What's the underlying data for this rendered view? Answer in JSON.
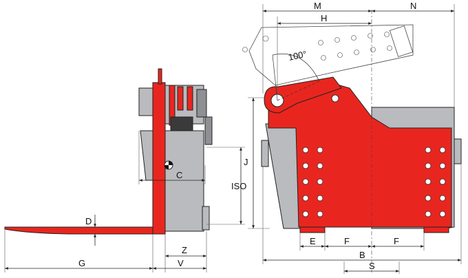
{
  "colors": {
    "red": "#e8261f",
    "gray": "#b9bbbe",
    "dark_gray": "#8e9093",
    "outline": "#222222",
    "background": "#ffffff"
  },
  "labels": {
    "M": "M",
    "N": "N",
    "H": "H",
    "angle": "100°",
    "J": "J",
    "ISO": "ISO",
    "C": "C",
    "D": "D",
    "Z": "Z",
    "G": "G",
    "V": "V",
    "E": "E",
    "F1": "F",
    "F2": "F",
    "B": "B",
    "S": "S"
  }
}
